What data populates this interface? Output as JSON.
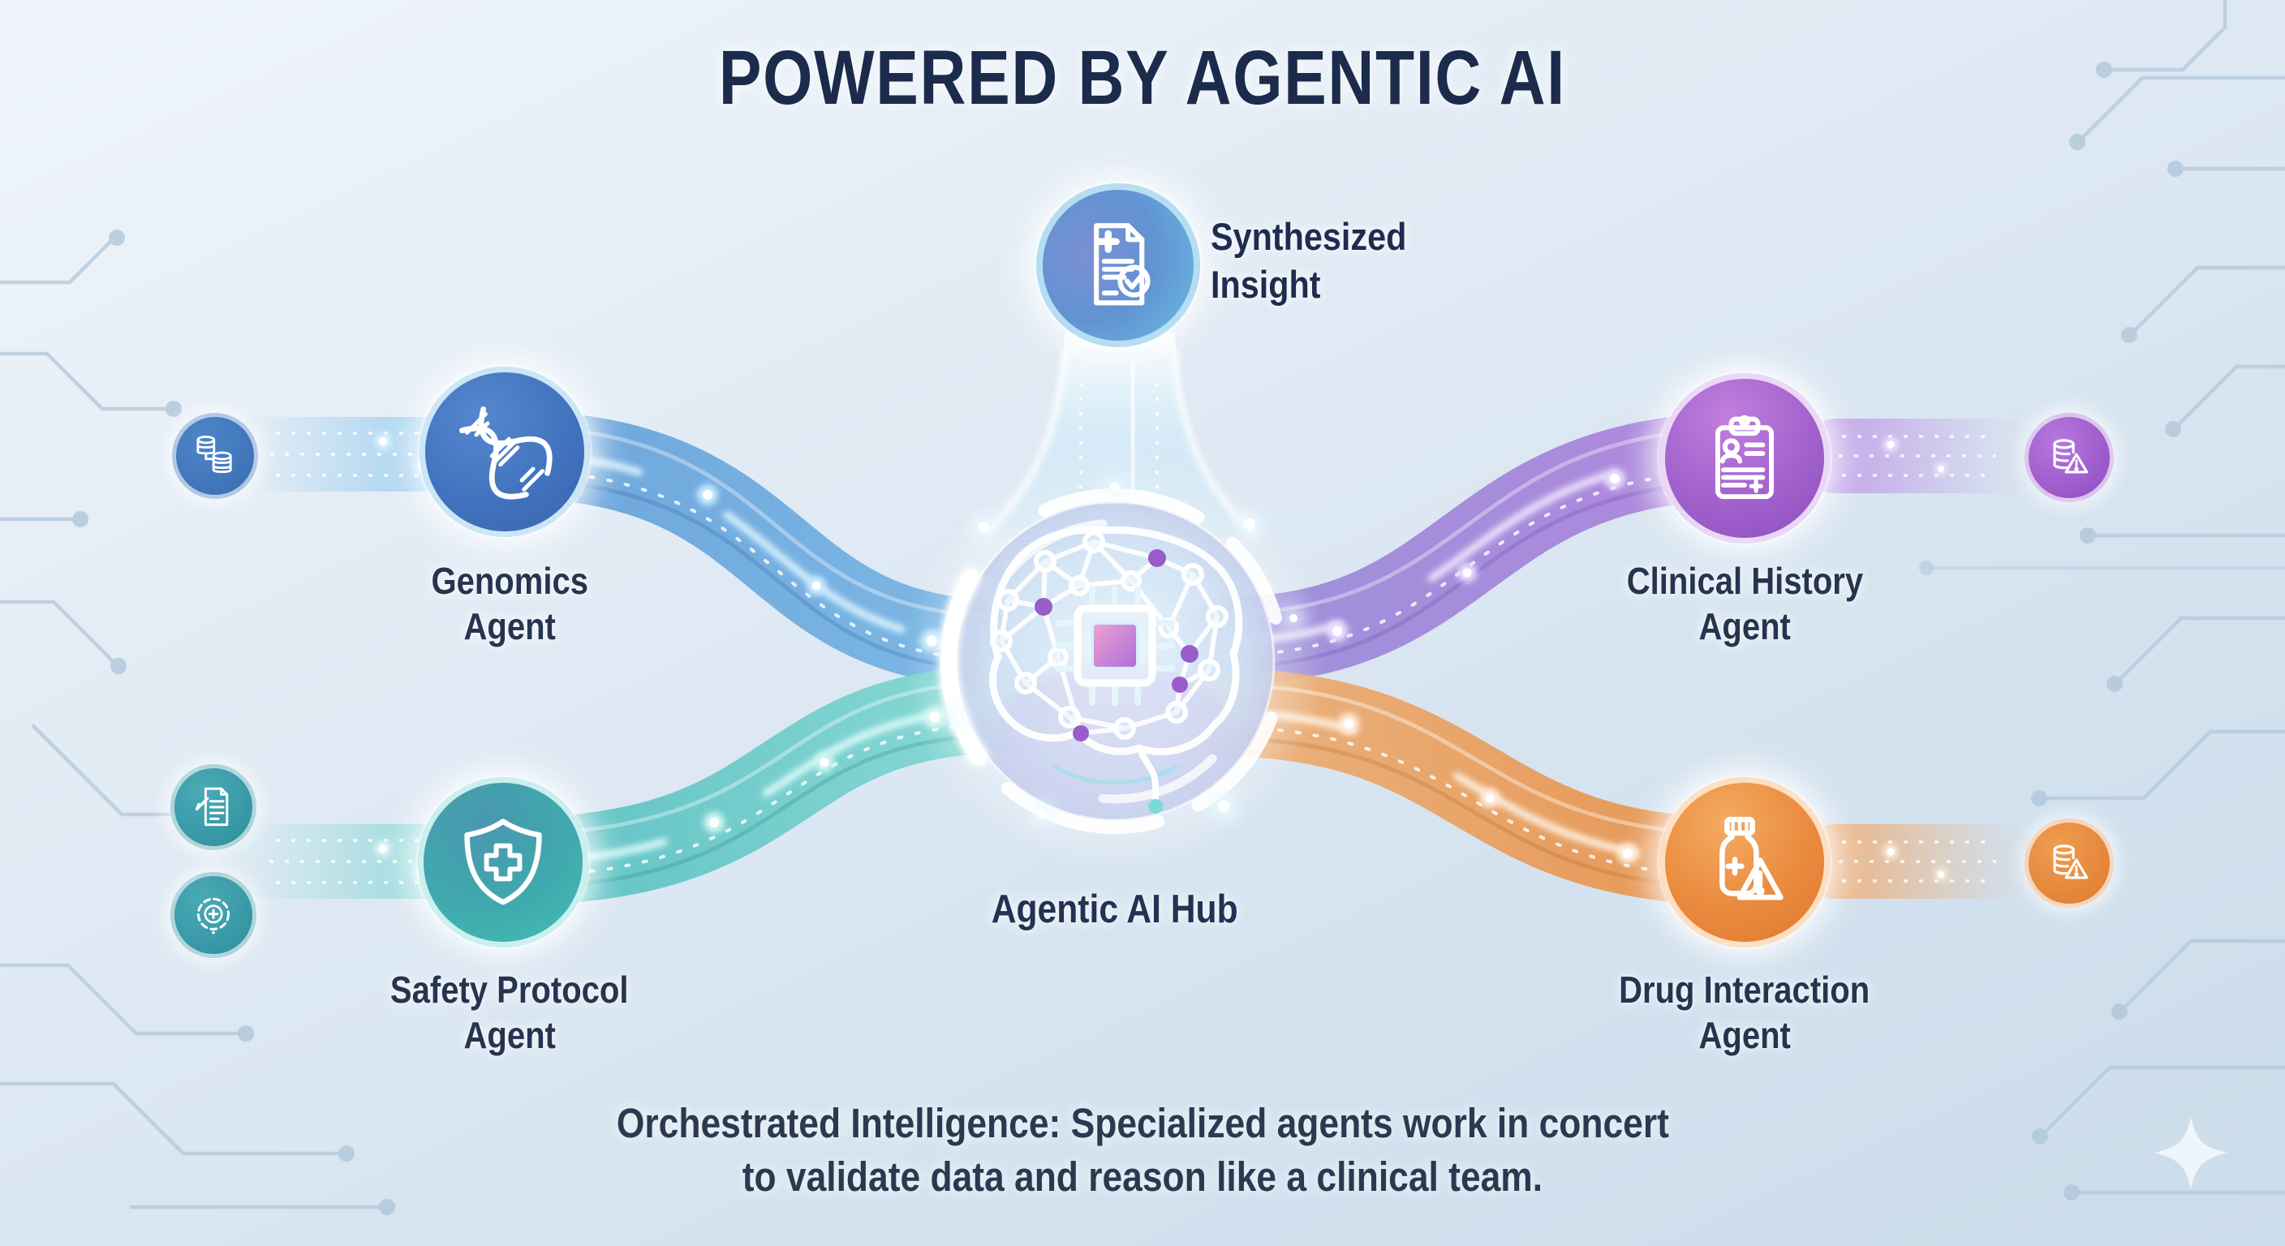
{
  "title": "POWERED BY AGENTIC AI",
  "hub": {
    "label": "Agentic AI Hub"
  },
  "insight_node": {
    "label_lines": [
      "Synthesized",
      "Insight"
    ]
  },
  "agents": {
    "genomics": {
      "label_lines": [
        "Genomics",
        "Agent"
      ]
    },
    "safety": {
      "label_lines": [
        "Safety Protocol",
        "Agent"
      ]
    },
    "clinical": {
      "label_lines": [
        "Clinical History",
        "Agent"
      ]
    },
    "drug": {
      "label_lines": [
        "Drug Interaction",
        "Agent"
      ]
    }
  },
  "caption_lines": [
    "Orchestrated Intelligence: Specialized agents work in concert",
    "to validate data and reason like a clinical team."
  ],
  "icons": {
    "hub": "brain-chip-icon",
    "insight": "medical-report-check-icon",
    "genomics": "dna-icon",
    "safety": "shield-cross-icon",
    "clinical": "clipboard-patient-icon",
    "drug": "pill-bottle-warning-icon",
    "left_top": "database-pair-icon",
    "left_mid": "document-pen-icon",
    "left_bottom": "crosshair-plus-icon",
    "right_top": "database-warning-icon",
    "right_bottom": "database-warning-icon",
    "bottom_right": "sparkle-icon"
  },
  "colors": {
    "background_top": "#eff5fa",
    "background_bottom": "#cbdcea",
    "title_text": "#1c2b4b",
    "label_text": "#26344f",
    "genomics": "#4374bf",
    "safety": "#41a9ae",
    "clinical": "#9c59c8",
    "drug": "#e8853a",
    "insight": "#6496d2",
    "hub_glow": "#ffffff"
  }
}
